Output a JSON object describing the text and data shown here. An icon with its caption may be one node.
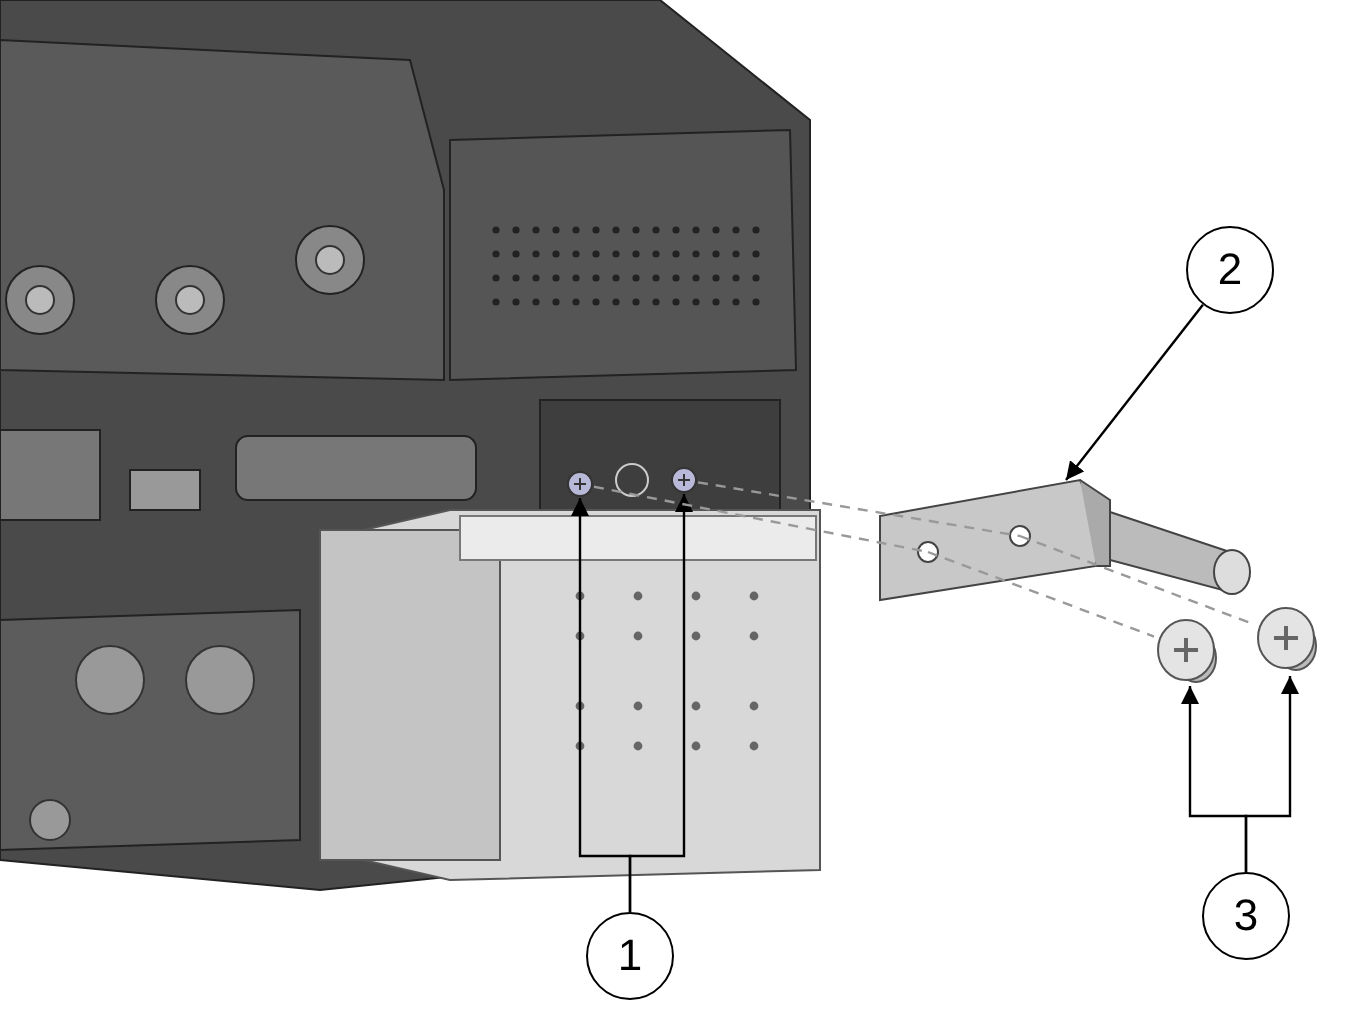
{
  "diagram": {
    "nodes": [
      {
        "text": [
          "2"
        ]
      },
      {
        "text": [],
        "shape": "picture"
      },
      {
        "text": [],
        "shape": "picture"
      },
      {
        "text": [],
        "shape": "picture"
      },
      {
        "text": [],
        "shape": "picture"
      },
      {
        "text": [],
        "shape": "picture"
      },
      {
        "text": [
          "1"
        ]
      },
      {
        "text": [
          "3"
        ]
      }
    ],
    "edges": [
      {
        "from": 0,
        "to": 1,
        "arrow": "to"
      },
      {
        "from": 6,
        "to": 2,
        "arrow": "to"
      },
      {
        "from": 6,
        "to": 3,
        "arrow": "to"
      },
      {
        "from": 7,
        "to": 4,
        "arrow": "to"
      },
      {
        "from": 7,
        "to": 5,
        "arrow": "to"
      },
      {
        "from": 2,
        "to": 1,
        "arrow": "none",
        "style": "dashed",
        "color": "#999999"
      },
      {
        "from": 1,
        "to": 4,
        "arrow": "none",
        "style": "dashed",
        "color": "#999999"
      },
      {
        "from": 3,
        "to": 1,
        "arrow": "none",
        "style": "dashed",
        "color": "#999999"
      },
      {
        "from": 1,
        "to": 5,
        "arrow": "none",
        "style": "dashed",
        "color": "#999999"
      }
    ]
  }
}
